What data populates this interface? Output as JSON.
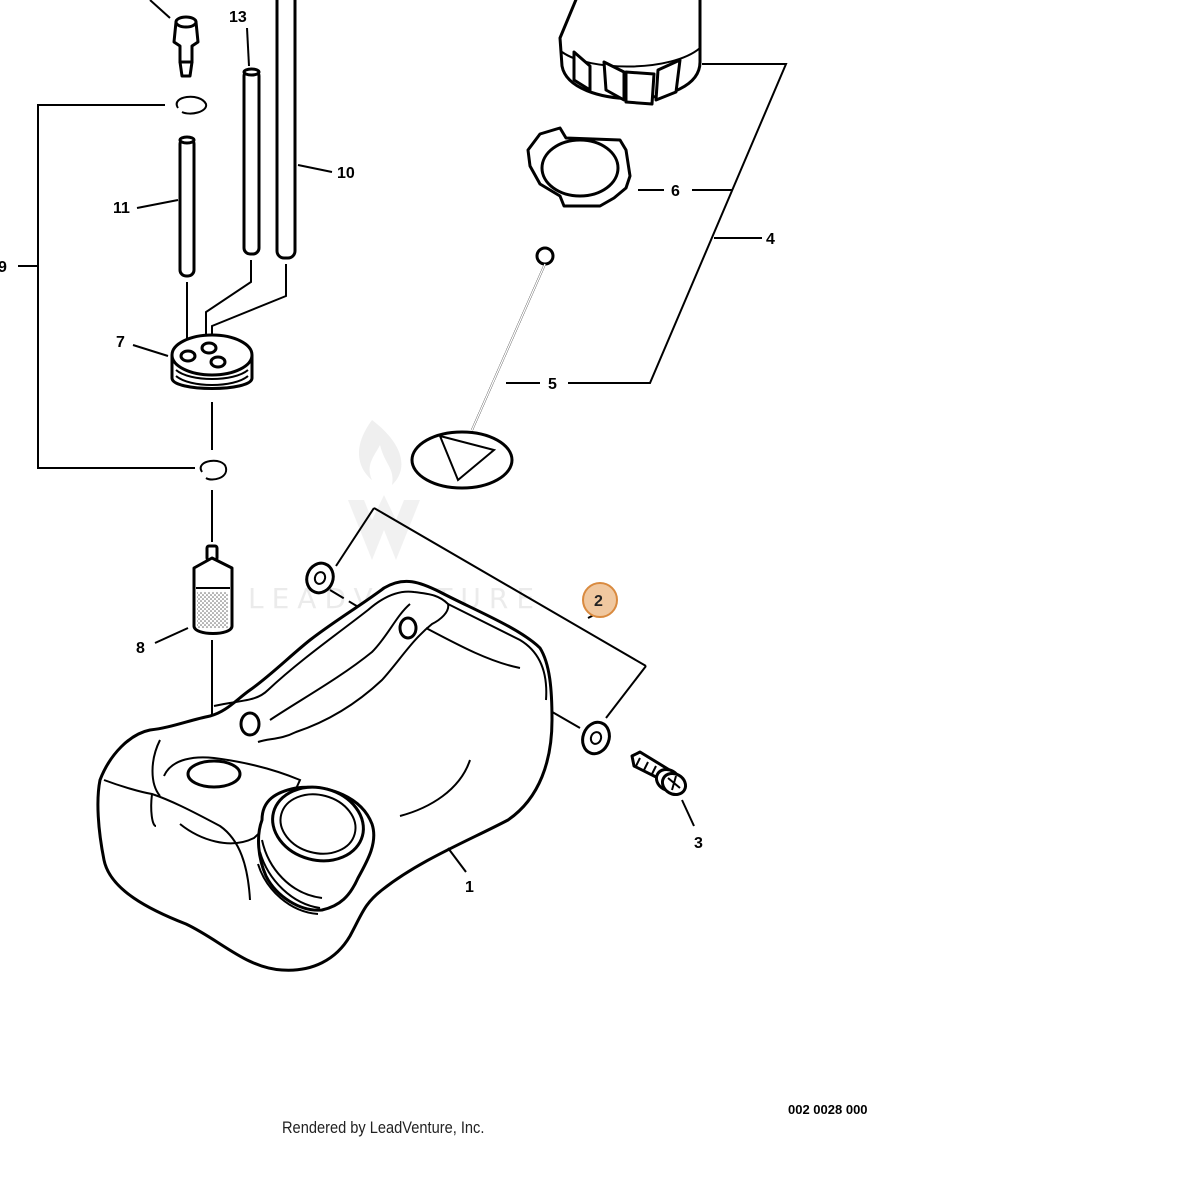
{
  "callouts": {
    "c1": "1",
    "c2": "2",
    "c3": "3",
    "c4": "4",
    "c5": "5",
    "c6": "6",
    "c7": "7",
    "c8": "8",
    "c9": "9",
    "c10": "10",
    "c11": "11",
    "c13": "13"
  },
  "highlighted_callout": "2",
  "highlight_color": "#f0c8a0",
  "highlight_stroke": "#d98a3f",
  "watermark": "LEADVENTURE",
  "drawing_code": "002 0028 000",
  "credit": "Rendered by LeadVenture, Inc."
}
